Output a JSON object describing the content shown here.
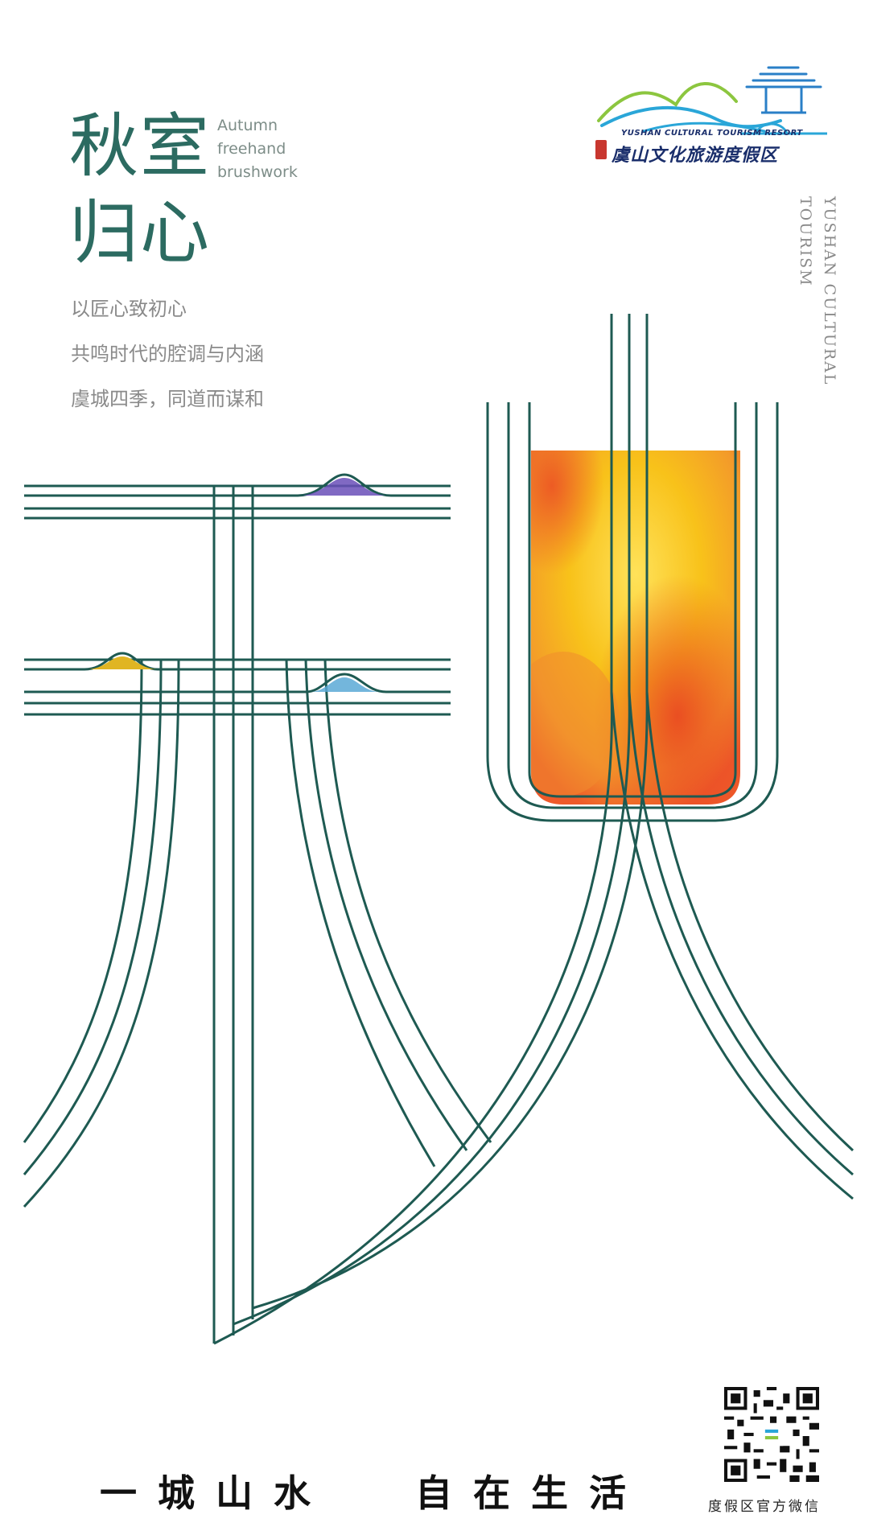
{
  "title": {
    "line1": "秋室",
    "line2": "归心",
    "english": [
      "Autumn",
      "freehand",
      "brushwork"
    ]
  },
  "intro": [
    "以匠心致初心",
    "共鸣时代的腔调与内涵",
    "虞城四季，同道而谋和"
  ],
  "logo": {
    "english": "YUSHAN CULTURAL TOURISM RESORT",
    "chinese": "虞山文化旅游度假区"
  },
  "vertical_text": [
    "YUSHAN CULTURAL",
    "TOURISM"
  ],
  "slogan": {
    "left": "一城山水",
    "right": "自在生活"
  },
  "qr": {
    "label": "度假区官方微信"
  },
  "colors": {
    "line": "#1e5a52",
    "title": "#2c6b61",
    "accent_red": "#c8372f"
  }
}
